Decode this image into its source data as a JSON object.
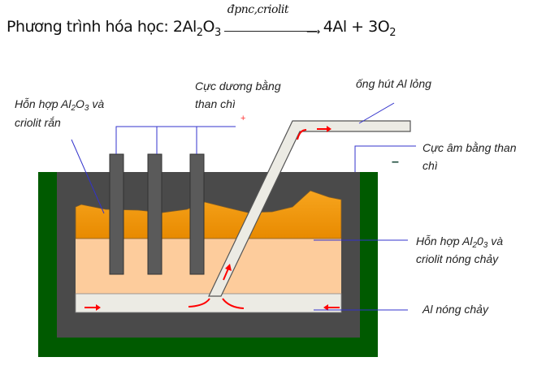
{
  "equation": {
    "prefix": "Phương trình hóa học: ",
    "reactant_coef": "2",
    "reactant_a": "Al",
    "reactant_a_sub": "2",
    "reactant_b": "O",
    "reactant_b_sub": "3",
    "condition": "đpnc,criolit",
    "products": "4Al + 3O",
    "products_sub": "2"
  },
  "labels": {
    "solid_mix_line1_a": "Hỗn hợp Al",
    "solid_mix_sub1": "2",
    "solid_mix_line1_b": "O",
    "solid_mix_sub2": "3",
    "solid_mix_line1_c": " và",
    "solid_mix_line2": "criolit rắn",
    "anode_line1": "Cực dương bằng",
    "anode_line2": "than chì",
    "plus": "+",
    "tube": "ống hút Al lỏng",
    "cathode_line1": "Cực âm bằng than",
    "cathode_line2": "chì",
    "minus": "–",
    "molten_mix_line1_a": "Hỗn hợp  Al",
    "molten_mix_sub1": "2",
    "molten_mix_line1_b": "0",
    "molten_mix_sub2": "3",
    "molten_mix_line1_c": "   và",
    "molten_mix_line2": "criolit nóng chảy",
    "molten_al": "Al nóng chảy"
  },
  "colors": {
    "outer": "#005a00",
    "wall": "#4a4a4a",
    "solid": "#f29a12",
    "molten": "#fdcc9c",
    "aluminum": "#ecebe4",
    "wire": "#3333cc",
    "arrow": "#ff0000"
  }
}
